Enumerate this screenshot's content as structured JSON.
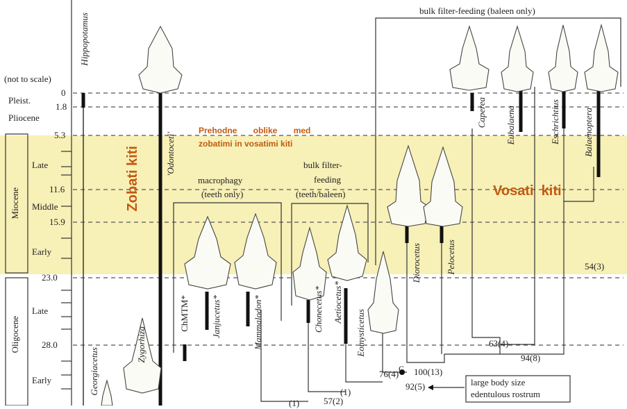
{
  "scale_note": "(not to scale)",
  "epochs": {
    "pleist": "Pleist.",
    "pliocene": "Pliocene",
    "miocene": "Miocene",
    "oligocene": "Oligocene",
    "late": "Late",
    "middle": "Middle",
    "early": "Early",
    "late2": "Late",
    "early2": "Early"
  },
  "ages": [
    "0",
    "1.8",
    "5.3",
    "11.6",
    "15.9",
    "23.0",
    "28.0"
  ],
  "group_labels": {
    "bulk_filter_baleen": "bulk filter-feeding (baleen only)",
    "macrophagy_1": "macrophagy",
    "macrophagy_2": "(teeth only)",
    "bulk_mixed_1": "bulk filter-",
    "bulk_mixed_2": "feeding",
    "bulk_mixed_3": "(teeth/baleen)"
  },
  "taxa": {
    "hippopotamus": "Hippopotamus",
    "odontoceti": "'Odontoceti'",
    "caperea": "Caperea",
    "eubalaena": "Eubalaena",
    "eschrichtius": "Eschrichtius",
    "balaenoptera": "Balaenoptera",
    "diorocetus": "Diorocetus",
    "pelocetus": "Pelocetus",
    "chmtm": "ChMTM*",
    "janjucetus": "Janjucetus*",
    "mammalodon": "Mammalodon*",
    "chonecetus": "Chonecetus*",
    "aetiocetus": "Aetiocetus*",
    "eomysticetus": "Eomysticetus",
    "zygorhiza": "Zygorhiza",
    "georgiacetus": "Georgiacetus"
  },
  "nodes": {
    "n54": "54(3)",
    "n63": "63(4)",
    "n94": "94(8)",
    "n100": "100(13)",
    "n92": "92(5)",
    "n76": "76(4)",
    "nC": "C",
    "n1a": "(1)",
    "n57": "57(2)",
    "n1b": "(1)"
  },
  "callout": {
    "line1": "large body size",
    "line2": "edentulous rostrum"
  },
  "overlays": {
    "transitional_1": "Prehodne       oblike       med",
    "transitional_2": "zobatimi in vosatimi kiti",
    "toothed": "Zobati kiti",
    "baleen": "Vosati  kiti"
  },
  "colors": {
    "highlight": "#f6edaa",
    "overlay_text": "#c25a10",
    "line": "#333333"
  }
}
